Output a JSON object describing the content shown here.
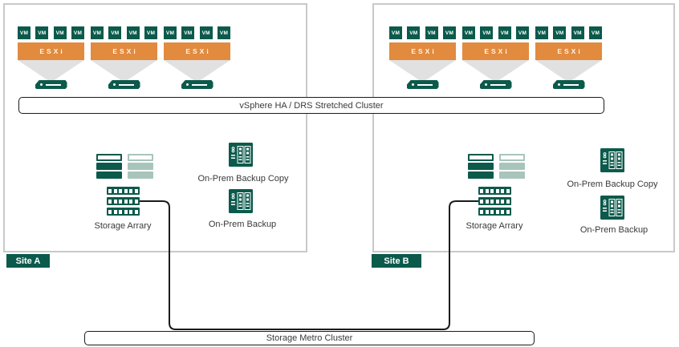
{
  "labels": {
    "vm": "VM",
    "esxi": "ESXi"
  },
  "banners": {
    "vsphere_cluster": "vSphere HA / DRS Stretched Cluster",
    "storage_metro_cluster": "Storage Metro Cluster"
  },
  "sites": {
    "a": {
      "badge": "Site A",
      "storage_array_label": "Storage Arrary",
      "onprem_backup_copy_label": "On-Prem Backup Copy",
      "onprem_backup_label": "On-Prem Backup"
    },
    "b": {
      "badge": "Site B",
      "storage_array_label": "Storage Arrary",
      "onprem_backup_copy_label": "On-Prem Backup Copy",
      "onprem_backup_label": "On-Prem Backup"
    }
  },
  "icons": {
    "vm": "vm-tile-icon",
    "esxi_host": "esxi-host-bar-icon",
    "host_server": "host-server-disk-icon",
    "funnel": "funnel-triangle-icon",
    "storage_array": "storage-array-icon",
    "disk_shelf": "disk-shelf-icon",
    "backup_repository": "backup-repository-icon"
  },
  "colors": {
    "dark_green": "#0b5a4b",
    "light_green": "#a8c5bb",
    "orange": "#e28a3d",
    "funnel_gray": "#e1e1e1",
    "line_black": "#1a1a1a",
    "site_border": "#c9c9c9",
    "label_text": "#3a3a3a"
  }
}
